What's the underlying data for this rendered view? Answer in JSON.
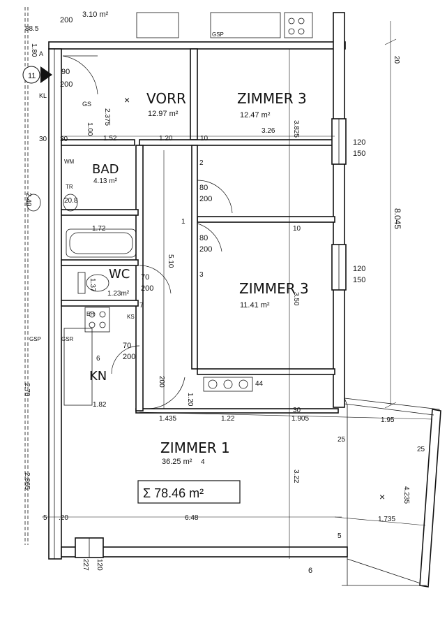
{
  "rooms": {
    "vorr": {
      "name": "VORR",
      "area": "12.97 m²"
    },
    "zimmer3_top": {
      "name": "ZIMMER 3",
      "area": "12.47 m²"
    },
    "zimmer3_mid": {
      "name": "ZIMMER 3",
      "area": "11.41 m²"
    },
    "zimmer1": {
      "name": "ZIMMER 1",
      "area": "36.25 m²"
    },
    "bad": {
      "name": "BAD",
      "area": "4.13 m²"
    },
    "wc": {
      "name": "WC",
      "area": "1.23m²"
    },
    "kn": {
      "name": "KN"
    }
  },
  "total_area": "Σ 78.46 m²",
  "top_area": "3.10 m²",
  "axis_label": "11",
  "dimensions": {
    "d_152": "1.52",
    "d_120": "1.20",
    "d_10a": "10",
    "d_10b": "10",
    "d_2375": "2.375",
    "d_100": "1.00",
    "d_3825": "3.825",
    "d_350": "3.50",
    "d_8045": "8.045",
    "d_20": "20",
    "d_30a": "30",
    "d_30b": "30",
    "d_172": "1.72",
    "d_182": "1.82",
    "d_1435": "1.435",
    "d_122": "1.22",
    "d_1905": "1.905",
    "d_195": "1.95",
    "d_322": "3.22",
    "d_2865": "2.865",
    "d_270": "2.70",
    "d_648": "6.48",
    "d_1735": "1.735",
    "d_4235": "4.235",
    "d_25a": "25",
    "d_25b": "25",
    "d_5": "5",
    "d_20b": ".20",
    "d_326": "3.26",
    "d_510": "5.10",
    "d_200v": "200",
    "d_120v": "1.20",
    "d_44": "44",
    "d_30c": "30",
    "d_2": "2",
    "d_6": "6",
    "d_885": "88.5",
    "d_180": "1.80",
    "d_240": "2.40",
    "d_208": "20.8",
    "d_137": "1.37",
    "d_227": "227",
    "d_120b": "120"
  },
  "doors": {
    "d_90_200": [
      "90",
      "200"
    ],
    "d_80_200_a": [
      "80",
      "200"
    ],
    "d_80_200_b": [
      "80",
      "200"
    ],
    "d_70_200_wc": [
      "70",
      "200"
    ],
    "d_70_200_kn": [
      "70",
      "200"
    ],
    "d_200_top": "200",
    "w_120_150_a": [
      "120",
      "150"
    ],
    "w_120_150_b": [
      "120",
      "150"
    ]
  },
  "labels": {
    "gs": "GS",
    "kl": "KL",
    "a": "A",
    "wm": "WM",
    "tr": "TR",
    "eh": "EH",
    "ks": "KS",
    "gsp": "GSP",
    "gsp2": "GSP",
    "gsr": "GSR",
    "n1": "1",
    "n2": "2",
    "n3": "3",
    "n4": "4",
    "n5": "5",
    "n6": "6",
    "n7": "7",
    "x": "×"
  }
}
